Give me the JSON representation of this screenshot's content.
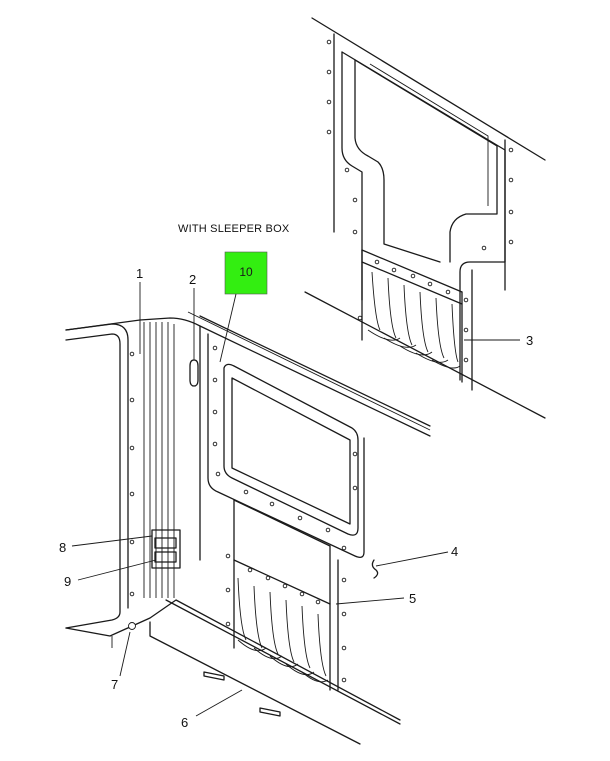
{
  "caption": "WITH SLEEPER BOX",
  "highlight_color": "#33ee11",
  "callouts": [
    {
      "id": "1",
      "label": "1"
    },
    {
      "id": "2",
      "label": "2"
    },
    {
      "id": "3",
      "label": "3"
    },
    {
      "id": "4",
      "label": "4"
    },
    {
      "id": "5",
      "label": "5"
    },
    {
      "id": "6",
      "label": "6"
    },
    {
      "id": "7",
      "label": "7"
    },
    {
      "id": "8",
      "label": "8"
    },
    {
      "id": "9",
      "label": "9"
    },
    {
      "id": "10",
      "label": "10"
    }
  ]
}
